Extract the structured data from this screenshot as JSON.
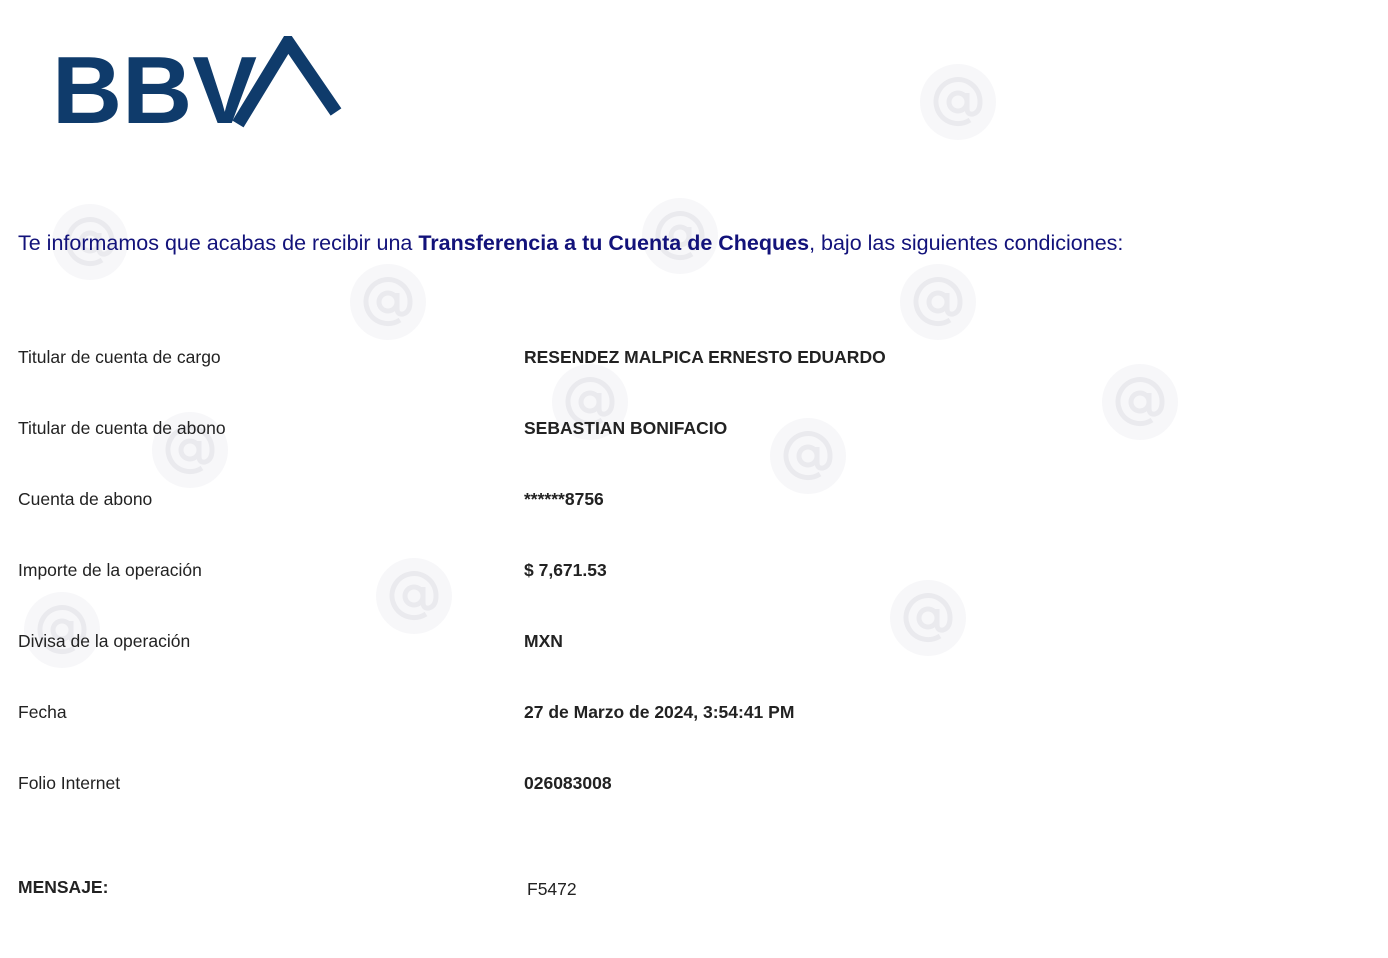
{
  "logo": {
    "text": "BBVA",
    "color": "#0f3b6b"
  },
  "intro": {
    "before": "Te informamos que acabas de recibir una ",
    "bold": "Transferencia a tu Cuenta de Cheques",
    "after": ", bajo las siguientes condiciones:"
  },
  "details": [
    {
      "label": "Titular de cuenta de cargo",
      "value": "RESENDEZ MALPICA ERNESTO EDUARDO"
    },
    {
      "label": "Titular de cuenta de abono",
      "value": "SEBASTIAN BONIFACIO"
    },
    {
      "label": "Cuenta de abono",
      "value": "******8756"
    },
    {
      "label": "Importe de la operación",
      "value": "$ 7,671.53"
    },
    {
      "label": "Divisa de la operación",
      "value": "MXN"
    },
    {
      "label": "Fecha",
      "value": "27 de Marzo de 2024, 3:54:41 PM"
    },
    {
      "label": "Folio Internet",
      "value": "026083008"
    }
  ],
  "message": {
    "label": "MENSAJE:",
    "value": "F5472"
  },
  "watermark": "@"
}
